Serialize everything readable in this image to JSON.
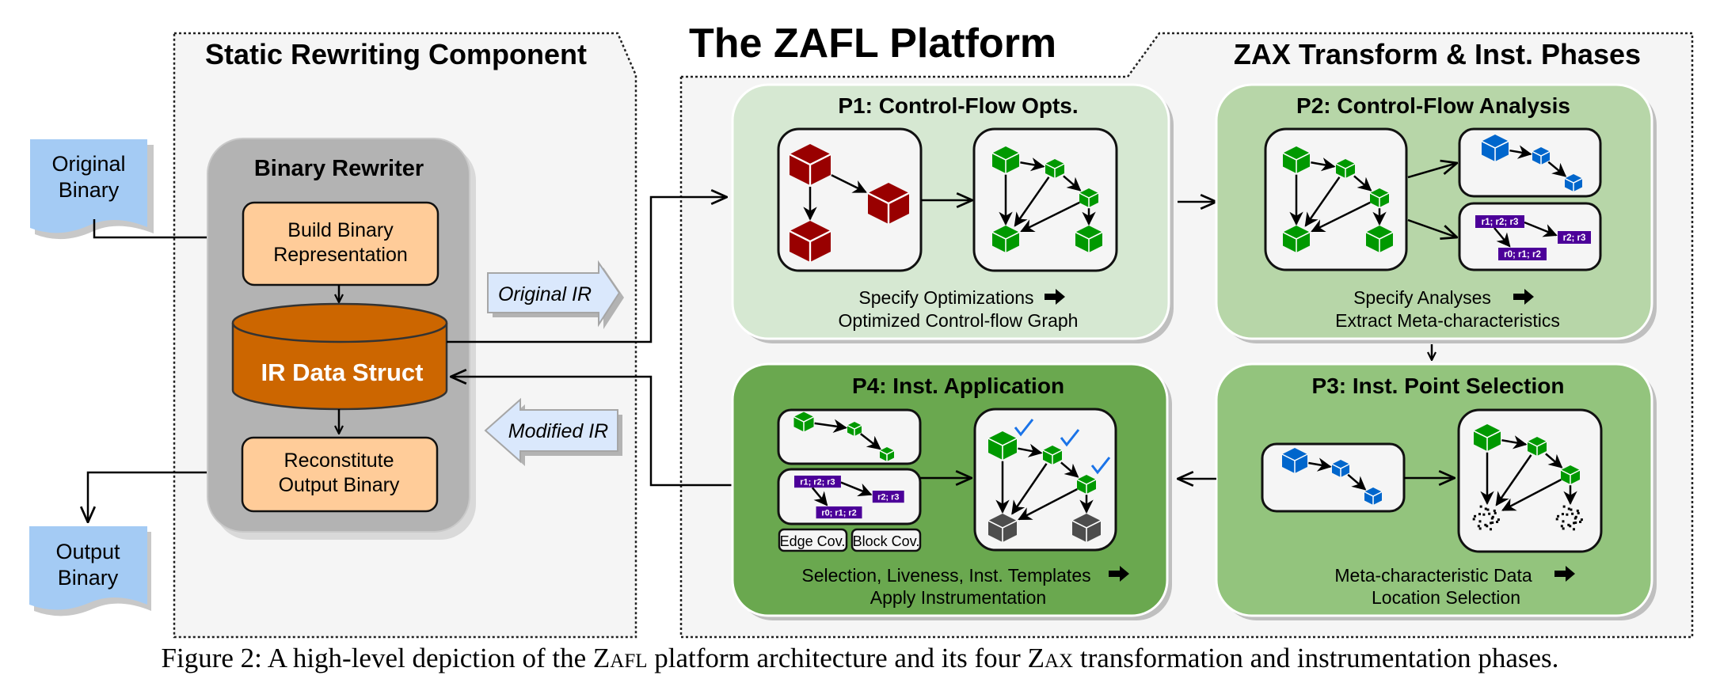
{
  "figure": {
    "title": "The ZAFL Platform",
    "caption": {
      "prefix": "Figure 2: A high-level depiction of the ",
      "zafl_initial": "Z",
      "zafl_rest": "afl",
      "middle": " platform architecture and its four ",
      "zax_initial": "Z",
      "zax_rest": "ax",
      "suffix": " transformation and instrumentation phases."
    }
  },
  "static_component": {
    "title": "Static Rewriting Component",
    "rewriter": {
      "title": "Binary Rewriter",
      "build_line1": "Build Binary",
      "build_line2": "Representation",
      "ir_label": "IR Data Struct",
      "reconstitute_line1": "Reconstitute",
      "reconstitute_line2": "Output Binary"
    },
    "input_doc": {
      "line1": "Original",
      "line2": "Binary"
    },
    "output_doc": {
      "line1": "Output",
      "line2": "Binary"
    },
    "original_ir_arrow": "Original IR",
    "modified_ir_arrow": "Modified IR"
  },
  "zax": {
    "title": "ZAX Transform & Inst. Phases",
    "phases": [
      {
        "id": "P1",
        "title": "P1: Control-Flow Opts.",
        "line1": "Specify Optimizations",
        "line2": "Optimized Control-flow Graph",
        "bg": "#d6e8d2"
      },
      {
        "id": "P2",
        "title": "P2: Control-Flow Analysis",
        "line1": "Specify Analyses",
        "line2": "Extract Meta-characteristics",
        "bg": "#b7d6a8"
      },
      {
        "id": "P3",
        "title": "P3: Inst. Point Selection",
        "line1": "Meta-characteristic Data",
        "line2": "Location Selection",
        "bg": "#93c47d"
      },
      {
        "id": "P4",
        "title": "P4: Inst. Application",
        "line1": "Selection, Liveness, Inst. Templates",
        "line2": "Apply Instrumentation",
        "bg": "#6aa84f"
      }
    ],
    "liveness_labels": {
      "a": "r1; r2; r3",
      "b": "r2; r3",
      "c": "r0; r1; r2"
    },
    "coverage_options": [
      "Edge Cov.",
      "Block Cov."
    ]
  },
  "colors": {
    "red_cube": "#990000",
    "green_cube": "#009900",
    "blue_cube": "#0066cc",
    "gray_cube": "#4d4d4d",
    "purple_label": "#4c0099",
    "check": "#1a73e8",
    "doc_blue": "#a4cbf4",
    "orange_box": "#ffcc99",
    "cylinder": "#cc6600",
    "rewriter_gray": "#b3b3b3",
    "ir_arrow": "#dae8fc"
  }
}
